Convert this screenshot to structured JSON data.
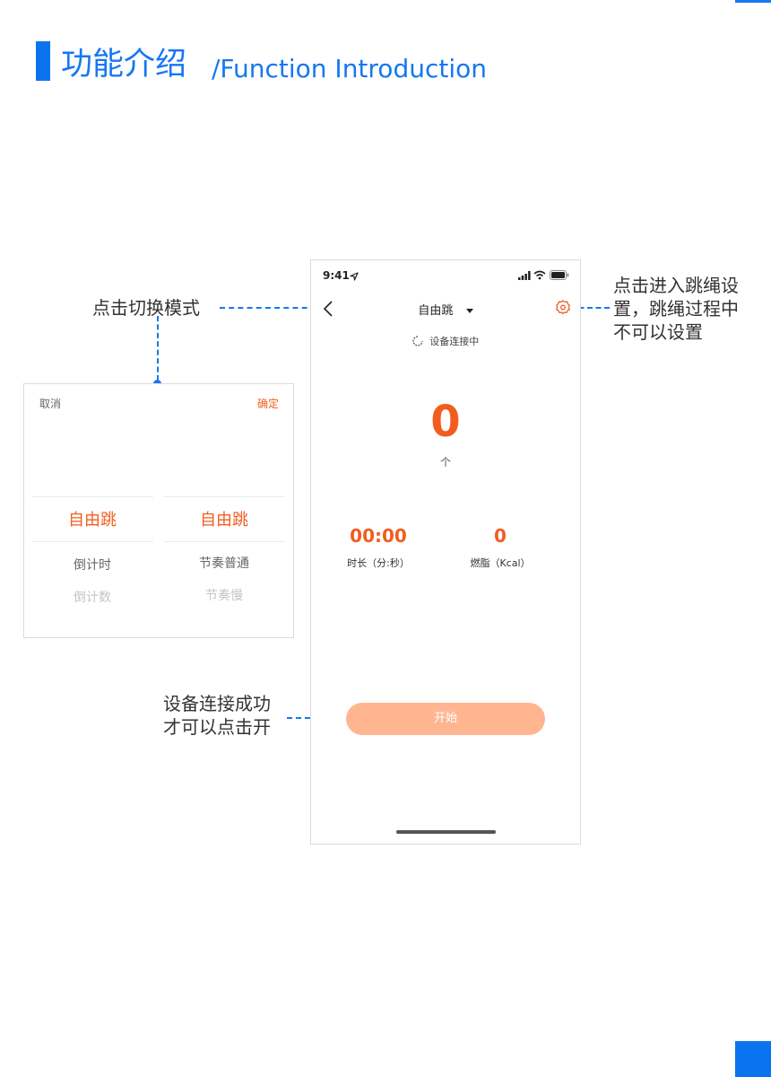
{
  "header": {
    "title_cn": "功能介绍",
    "title_en": "/Function Introduction"
  },
  "annotations": {
    "mode_switch": "点击切换模式",
    "settings_line1": "点击进入跳绳设",
    "settings_line2": "置，跳绳过程中",
    "settings_line3": "不可以设置",
    "start_line1": "设备连接成功",
    "start_line2": "才可以点击开"
  },
  "picker": {
    "cancel": "取消",
    "confirm": "确定",
    "col1": [
      "自由跳",
      "倒计时",
      "倒计数"
    ],
    "col2": [
      "自由跳",
      "节奏普通",
      "节奏慢"
    ]
  },
  "phone": {
    "status_time": "9:41",
    "nav_title": "自由跳",
    "status": "设备连接中",
    "count": "0",
    "count_unit": "个",
    "duration_value": "00:00",
    "duration_label": "时长（分:秒）",
    "calories_value": "0",
    "calories_label": "燃脂（Kcal）",
    "start_button": "开始"
  },
  "colors": {
    "accent_blue": "#1677f2",
    "accent_orange": "#f25d1f",
    "start_button": "#ffb690"
  },
  "icons": [
    "location-arrow-icon",
    "signal-icon",
    "wifi-icon",
    "battery-icon",
    "back-chevron-icon",
    "dropdown-caret-icon",
    "settings-gear-icon",
    "loading-spinner-icon"
  ]
}
